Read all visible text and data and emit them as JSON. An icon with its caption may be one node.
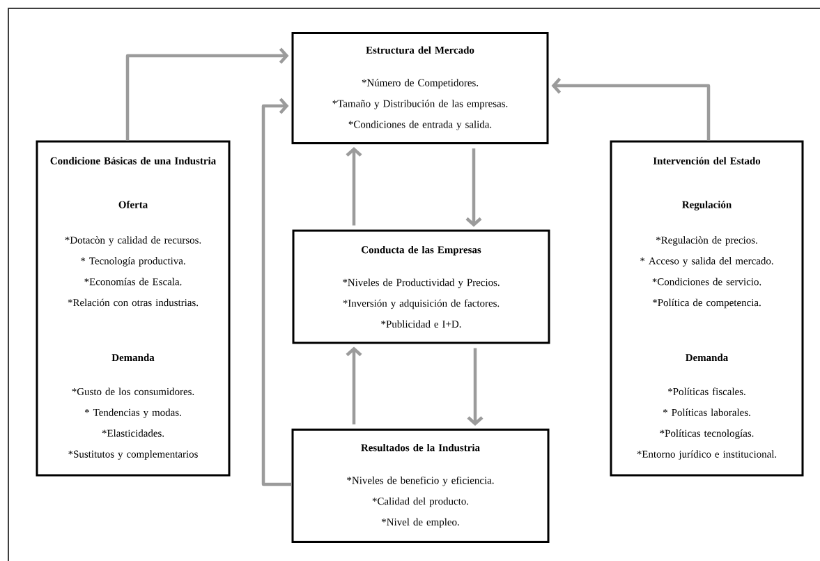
{
  "diagram": {
    "nodes": [
      {
        "text": [
          "Estructura del Mercado",
          "*Número de Competidores.",
          "*Tamaño y Distribución de las empresas.",
          "*Condiciones de entrada y salida."
        ]
      },
      {
        "text": [
          "Condicione Básicas de una Industria",
          "Oferta",
          "*Dotacòn y calidad de recursos.",
          "* Tecnología productiva.",
          "*Economías de Escala.",
          "*Relación con otras industrias.",
          "Demanda",
          "*Gusto de los consumidores.",
          "* Tendencias y modas.",
          "*Elasticidades.",
          "*Sustitutos y complementarios"
        ]
      },
      {
        "text": [
          "Conducta de las Empresas",
          "*Niveles de Productividad y Precios.",
          "*Inversión y adquisición de factores.",
          "*Publicidad e I+D."
        ]
      },
      {
        "text": [
          "Intervención del Estado",
          "Regulación",
          "*Regulaciòn de precios.",
          "* Acceso y salida del mercado.",
          "*Condiciones de servicio.",
          "*Política de competencia.",
          "Demanda",
          "*Políticas fiscales.",
          "* Políticas laborales.",
          "*Políticas tecnologías.",
          "*Entorno jurídico e institucional."
        ]
      },
      {
        "text": [
          "Resultados de la Industria",
          "*Niveles de beneficio y eficiencia.",
          "*Calidad del producto.",
          "*Nivel de empleo."
        ]
      }
    ],
    "edges": [
      {
        "from": 1,
        "to": 0,
        "arrow": "to"
      },
      {
        "from": 3,
        "to": 0,
        "arrow": "to"
      },
      {
        "from": 0,
        "to": 2,
        "arrow": "to"
      },
      {
        "from": 2,
        "to": 0,
        "arrow": "to"
      },
      {
        "from": 2,
        "to": 4,
        "arrow": "to"
      },
      {
        "from": 4,
        "to": 2,
        "arrow": "to"
      },
      {
        "from": 4,
        "to": 0,
        "arrow": "to"
      }
    ]
  }
}
